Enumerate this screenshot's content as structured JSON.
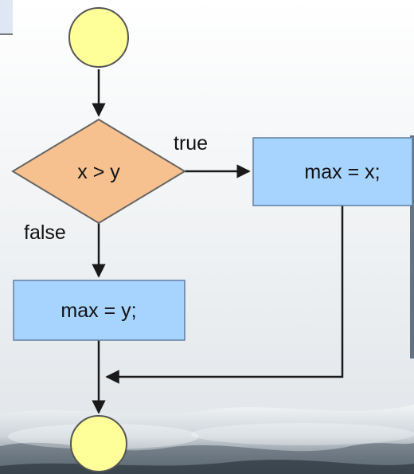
{
  "diagram": {
    "type": "flowchart",
    "nodes": {
      "start": {
        "kind": "terminal-circle",
        "text": ""
      },
      "condition": {
        "kind": "decision-diamond",
        "text": "x > y"
      },
      "assign_x": {
        "kind": "process-box",
        "text": "max = x;"
      },
      "assign_y": {
        "kind": "process-box",
        "text": "max = y;"
      },
      "end": {
        "kind": "terminal-circle",
        "text": ""
      }
    },
    "edge_labels": {
      "true_label": "true",
      "false_label": "false"
    },
    "edges": [
      {
        "from": "start",
        "to": "condition"
      },
      {
        "from": "condition",
        "to": "assign_x",
        "label": "true"
      },
      {
        "from": "condition",
        "to": "assign_y",
        "label": "false"
      },
      {
        "from": "assign_x",
        "to": "merge"
      },
      {
        "from": "assign_y",
        "to": "end"
      }
    ]
  },
  "colors": {
    "terminal_fill": "#ffff99",
    "terminal_stroke": "#555555",
    "decision_fill": "#f7c08f",
    "decision_stroke": "#666666",
    "process_fill": "#a7d3ff",
    "process_stroke": "#5f7fa0",
    "line": "#1a1a1a",
    "background_dark": "#3d4a55",
    "background_light": "#e9edf0"
  }
}
